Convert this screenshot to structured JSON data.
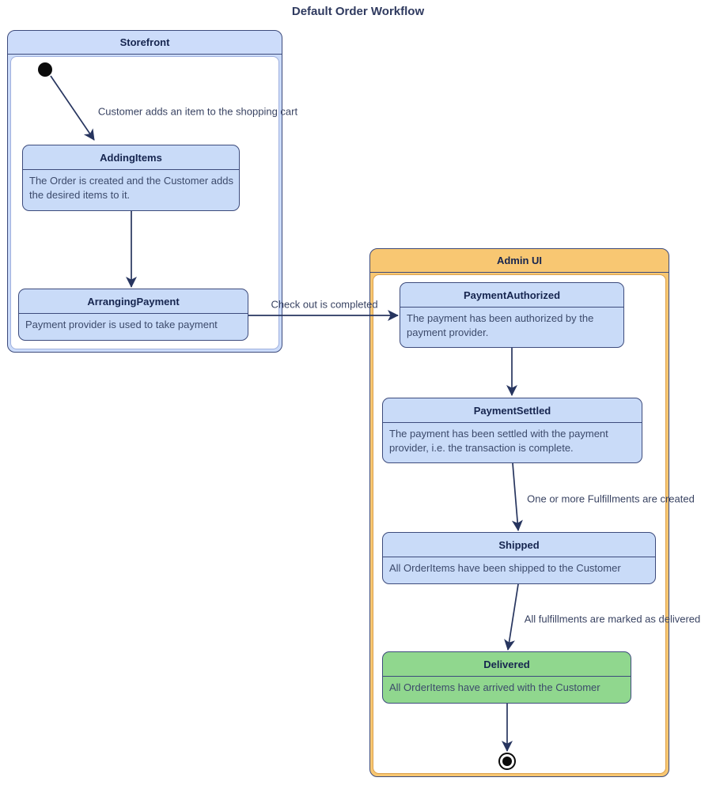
{
  "diagram_title": "Default Order Workflow",
  "colors": {
    "navy_stroke": "#3d4b7c",
    "arrow": "#27355f",
    "state_fill_blue": "#c9dbf8",
    "container_header_blue": "#ccdcfa",
    "container_inner_stroke_blue": "#9fb0de",
    "container_header_orange": "#f8c772",
    "container_inner_stroke_orange": "#dca14c",
    "state_fill_green": "#90d78e",
    "title_text": "#16254f",
    "description_text": "#3c4a6b",
    "edge_label_text": "#394362"
  },
  "containers": {
    "storefront": {
      "label": "Storefront"
    },
    "admin_ui": {
      "label": "Admin UI"
    }
  },
  "states": {
    "adding_items": {
      "name": "AddingItems",
      "description": "The Order is created and the Customer adds the desired items to it."
    },
    "arranging_payment": {
      "name": "ArrangingPayment",
      "description": "Payment provider is used to take payment"
    },
    "payment_authorized": {
      "name": "PaymentAuthorized",
      "description": "The payment has been authorized by the payment provider."
    },
    "payment_settled": {
      "name": "PaymentSettled",
      "description": "The payment has been settled with the payment provider, i.e. the transaction is complete."
    },
    "shipped": {
      "name": "Shipped",
      "description": "All OrderItems have been shipped to the Customer"
    },
    "delivered": {
      "name": "Delivered",
      "description": "All OrderItems have arrived with the Customer"
    }
  },
  "edges": {
    "start_to_adding_items": {
      "label": "Customer adds an item to the shopping cart"
    },
    "arranging_to_authorized": {
      "label": "Check out is completed"
    },
    "settled_to_shipped": {
      "label": "One or more Fulfillments are created"
    },
    "shipped_to_delivered": {
      "label": "All fulfillments are marked as delivered"
    }
  }
}
